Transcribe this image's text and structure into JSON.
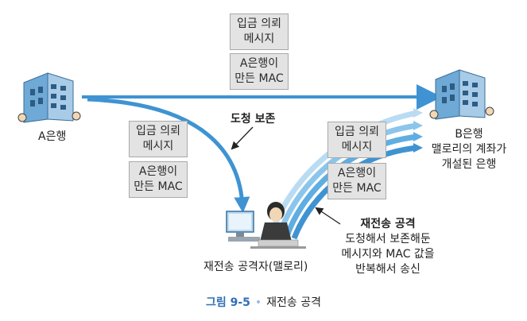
{
  "nodes": {
    "bank_a": {
      "label": "A은행"
    },
    "bank_b": {
      "label": "B은행\n맬로리의 계좌가\n개설된 은행"
    },
    "attacker": {
      "label": "재전송 공격자(맬로리)"
    }
  },
  "messages": {
    "top_request": "입금 의뢰\n메시지",
    "top_mac": "A은행이\n만든 MAC",
    "left_request": "입금 의뢰\n메시지",
    "left_mac": "A은행이\n만든 MAC",
    "right_request": "입금 의뢰\n메시지",
    "right_mac": "A은행이\n만든 MAC"
  },
  "annotations": {
    "intercept": "도청 보존",
    "replay_title": "재전송 공격",
    "replay_desc": "도청해서 보존해둔\n메시지와 MAC 값을\n반복해서 송신"
  },
  "caption": {
    "number": "그림 9-5",
    "separator": "•",
    "title": "재전송 공격"
  },
  "colors": {
    "arrow": "#3f93d2",
    "arrow_light": "#a9d2f0",
    "box_fill": "#e3e3e3",
    "caption_accent": "#2f6fb6"
  }
}
